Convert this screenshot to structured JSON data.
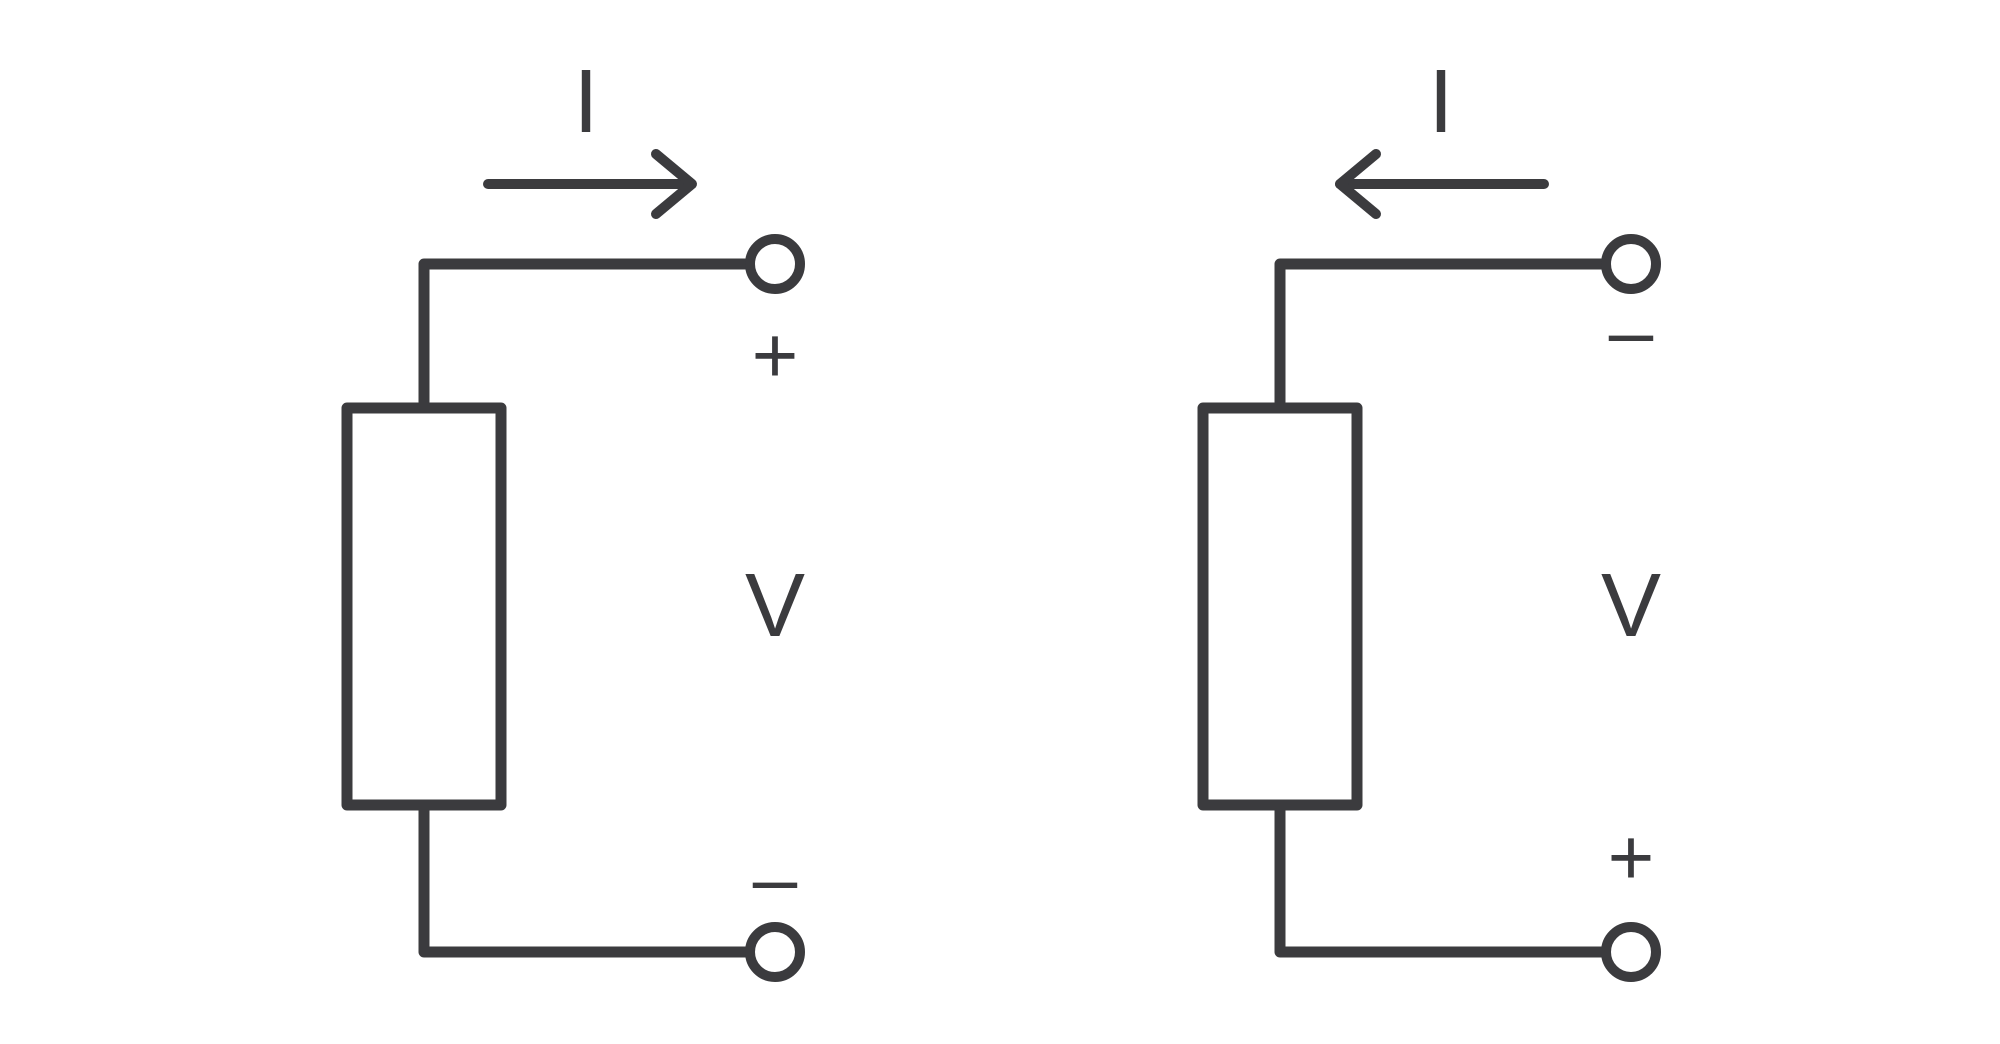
{
  "diagram": {
    "left_circuit": {
      "current_label": "I",
      "top_sign": "+",
      "voltage_label": "V",
      "bottom_sign": "–",
      "arrow_icon": "arrow-right-icon"
    },
    "right_circuit": {
      "current_label": "I",
      "top_sign": "–",
      "voltage_label": "V",
      "bottom_sign": "+",
      "arrow_icon": "arrow-left-icon"
    },
    "stroke_color": "#3b3b3e",
    "background_color": "#ffffff"
  }
}
